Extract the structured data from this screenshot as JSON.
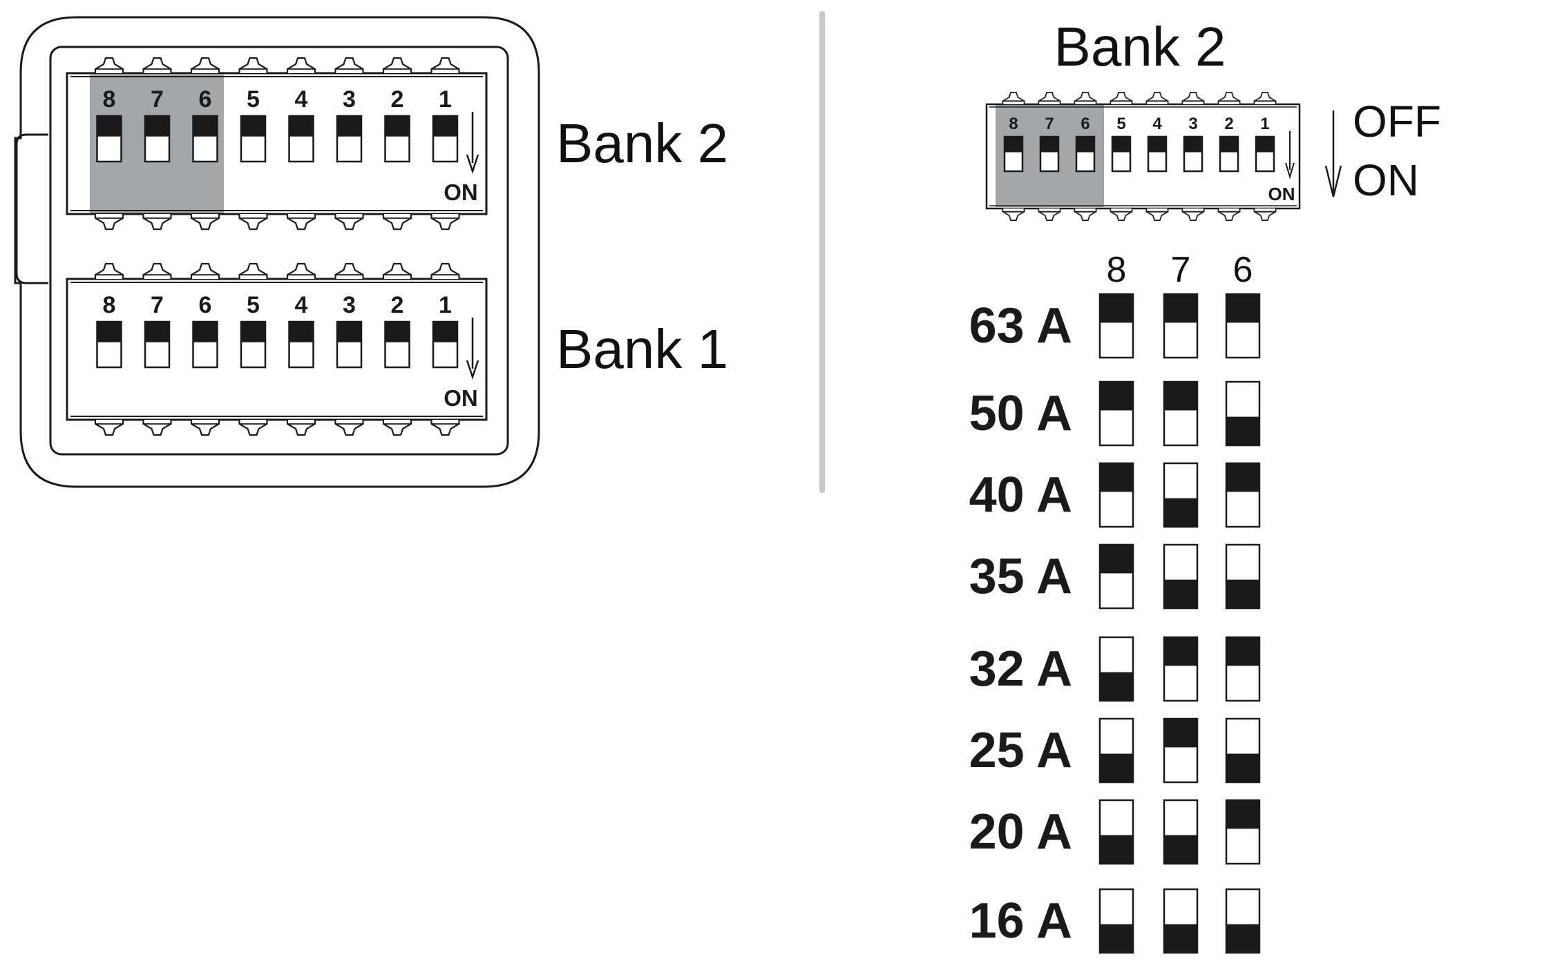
{
  "colors": {
    "stroke": "#1a1a1a",
    "switch_fill": "#1a1a1a",
    "highlight": "#a4a7a9",
    "divider": "#c8c8c8",
    "background": "#ffffff"
  },
  "switch_numbers": [
    "8",
    "7",
    "6",
    "5",
    "4",
    "3",
    "2",
    "1"
  ],
  "housing": {
    "bank2": {
      "label": "Bank 2",
      "on_label": "ON",
      "highlighted_switches": [
        "8",
        "7",
        "6"
      ]
    },
    "bank1": {
      "label": "Bank 1",
      "on_label": "ON"
    }
  },
  "legend": {
    "title": "Bank 2",
    "on_label": "ON",
    "off_text": "OFF",
    "on_text": "ON",
    "highlighted_switches": [
      "8",
      "7",
      "6"
    ]
  },
  "table": {
    "columns": [
      "8",
      "7",
      "6"
    ],
    "rows": [
      {
        "current": "63 A",
        "states": [
          "off",
          "off",
          "off"
        ]
      },
      {
        "current": "50 A",
        "states": [
          "off",
          "off",
          "on"
        ]
      },
      {
        "current": "40 A",
        "states": [
          "off",
          "on",
          "off"
        ]
      },
      {
        "current": "35 A",
        "states": [
          "off",
          "on",
          "on"
        ]
      },
      {
        "current": "32 A",
        "states": [
          "on",
          "off",
          "off"
        ]
      },
      {
        "current": "25 A",
        "states": [
          "on",
          "off",
          "on"
        ]
      },
      {
        "current": "20 A",
        "states": [
          "on",
          "on",
          "off"
        ]
      },
      {
        "current": "16 A",
        "states": [
          "on",
          "on",
          "on"
        ]
      }
    ]
  }
}
